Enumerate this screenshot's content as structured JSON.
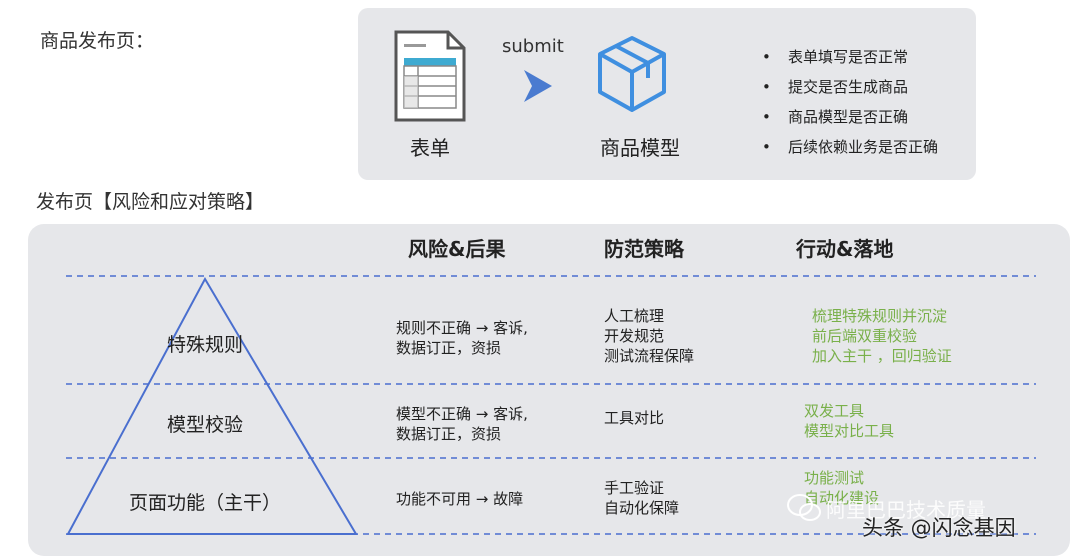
{
  "header": {
    "page_label": "商品发布页："
  },
  "flow": {
    "form_label": "表单",
    "submit_label": "submit",
    "model_label": "商品模型",
    "checks": [
      "表单填写是否正常",
      "提交是否生成商品",
      "商品模型是否正确",
      "后续依赖业务是否正确"
    ]
  },
  "section": {
    "title": "发布页【风险和应对策略】"
  },
  "table": {
    "headers": [
      "风险&后果",
      "防范策略",
      "行动&落地"
    ],
    "rows": [
      {
        "level": "特殊规则",
        "risk": [
          "规则不正确 → 客诉,",
          "数据订正，资损"
        ],
        "strategy": [
          "人工梳理",
          "开发规范",
          "测试流程保障"
        ],
        "actions": [
          "梳理特殊规则并沉淀",
          "前后端双重校验",
          "加入主干    ，回归验证"
        ]
      },
      {
        "level": "模型校验",
        "risk": [
          "模型不正确 → 客诉,",
          "数据订正，资损"
        ],
        "strategy": [
          "工具对比"
        ],
        "actions": [
          "双发工具",
          "模型对比工具"
        ]
      },
      {
        "level": "页面功能（主干）",
        "risk": [
          "功能不可用 → 故障"
        ],
        "strategy": [
          "手工验证",
          "自动化保障"
        ],
        "actions": [
          "功能测试",
          "自动化建设"
        ]
      }
    ]
  },
  "watermark": {
    "channel": "阿里巴巴技术质量",
    "author": "头条 @闪念基因"
  },
  "colors": {
    "panel_bg": "#e6e7ea",
    "pyramid_line": "#4a6fcf",
    "dashed_line": "#4a6fcf",
    "action_text": "#79b04a",
    "arrow": "#4a7bd0",
    "icon_cube": "#3f8fe0"
  }
}
